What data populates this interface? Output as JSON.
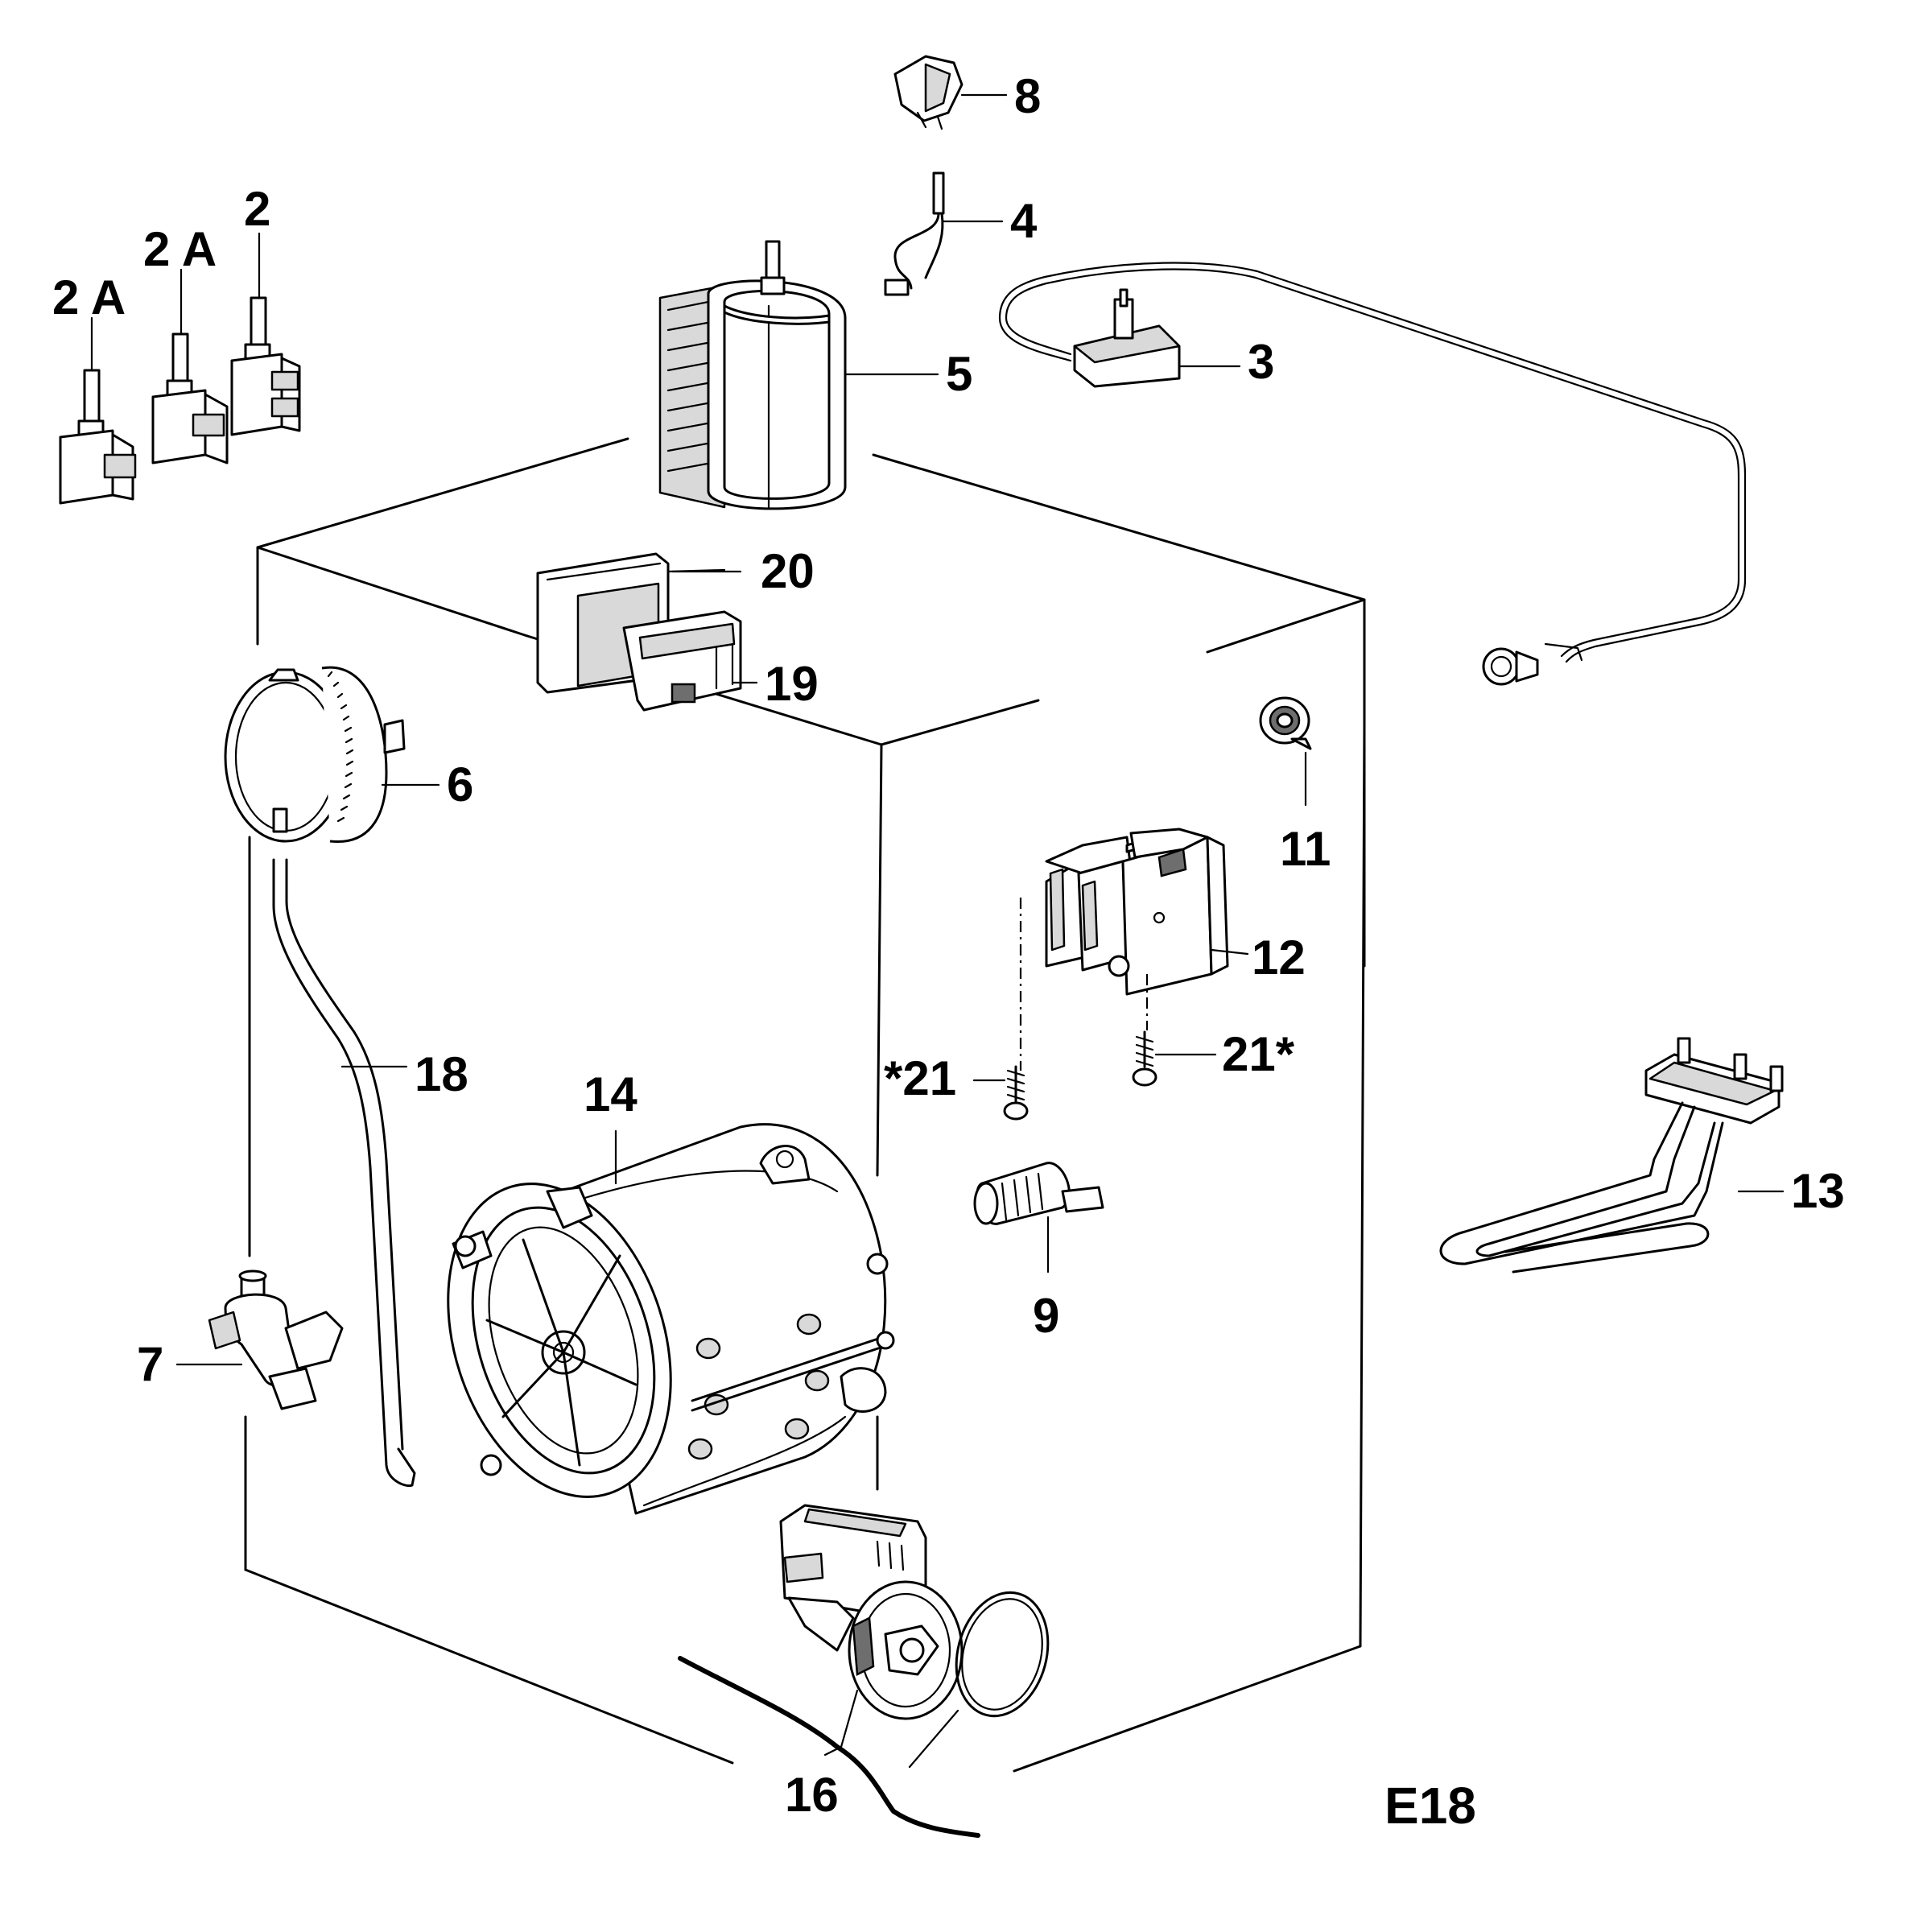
{
  "labels": {
    "l8": "8",
    "l4": "4",
    "l2": "2",
    "l2a_top": "2 A",
    "l2a_left": "2 A",
    "l5": "5",
    "l3": "3",
    "l20": "20",
    "l19": "19",
    "l6": "6",
    "l11": "11",
    "l12": "12",
    "l18": "18",
    "l14": "14",
    "l21_left": "*21",
    "l21_right": "21*",
    "l13": "13",
    "l9": "9",
    "l7": "7",
    "l16": "16",
    "code": "E18"
  }
}
